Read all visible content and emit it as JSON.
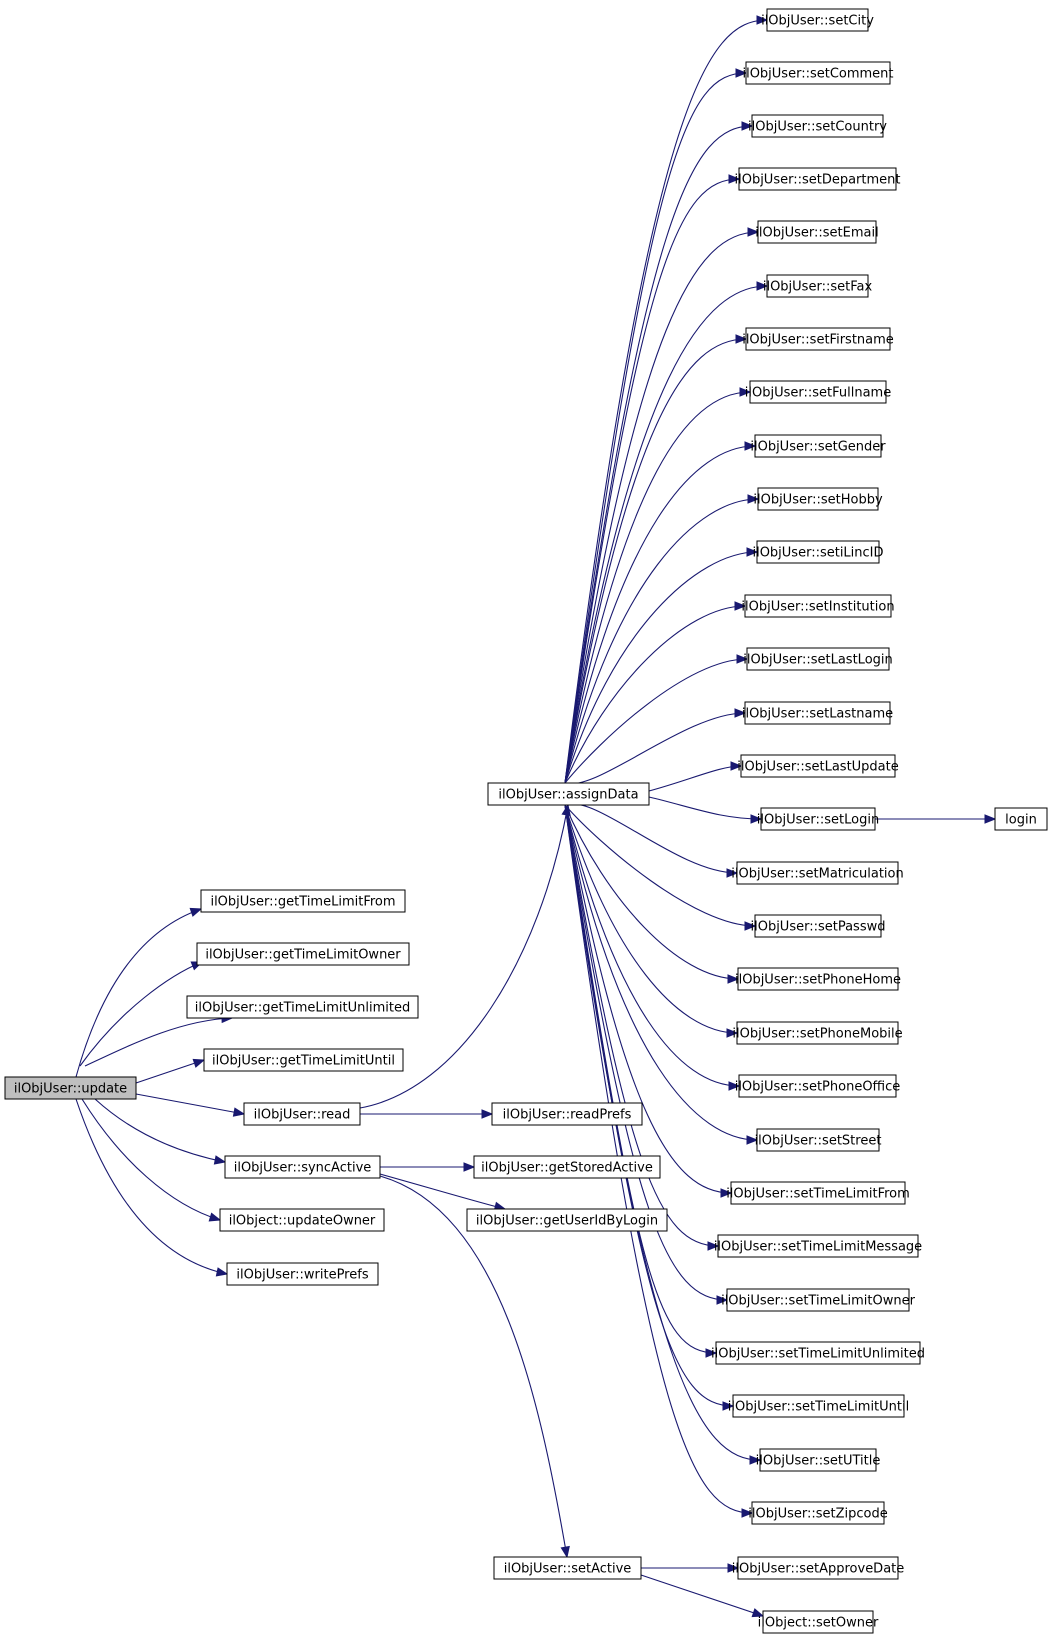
{
  "graph": {
    "root": "update",
    "colors": {
      "root_fill": "#bfbfbf",
      "node_fill": "#ffffff",
      "edge": "#191970",
      "border": "#000000"
    },
    "nodes": [
      {
        "id": "update",
        "label": "ilObjUser::update",
        "root": true
      },
      {
        "id": "getTimeLimitFrom",
        "label": "ilObjUser::getTimeLimitFrom"
      },
      {
        "id": "getTimeLimitOwner",
        "label": "ilObjUser::getTimeLimitOwner"
      },
      {
        "id": "getTimeLimitUnlimited",
        "label": "ilObjUser::getTimeLimitUnlimited"
      },
      {
        "id": "getTimeLimitUntil",
        "label": "ilObjUser::getTimeLimitUntil"
      },
      {
        "id": "read",
        "label": "ilObjUser::read"
      },
      {
        "id": "syncActive",
        "label": "ilObjUser::syncActive"
      },
      {
        "id": "updateOwner",
        "label": "ilObject::updateOwner"
      },
      {
        "id": "writePrefs",
        "label": "ilObjUser::writePrefs"
      },
      {
        "id": "assignData",
        "label": "ilObjUser::assignData"
      },
      {
        "id": "readPrefs",
        "label": "ilObjUser::readPrefs"
      },
      {
        "id": "getStoredActive",
        "label": "ilObjUser::getStoredActive"
      },
      {
        "id": "getUserIdByLogin",
        "label": "ilObjUser::getUserIdByLogin"
      },
      {
        "id": "setActive",
        "label": "ilObjUser::setActive"
      },
      {
        "id": "setCity",
        "label": "ilObjUser::setCity"
      },
      {
        "id": "setComment",
        "label": "ilObjUser::setComment"
      },
      {
        "id": "setCountry",
        "label": "ilObjUser::setCountry"
      },
      {
        "id": "setDepartment",
        "label": "ilObjUser::setDepartment"
      },
      {
        "id": "setEmail",
        "label": "ilObjUser::setEmail"
      },
      {
        "id": "setFax",
        "label": "ilObjUser::setFax"
      },
      {
        "id": "setFirstname",
        "label": "ilObjUser::setFirstname"
      },
      {
        "id": "setFullname",
        "label": "ilObjUser::setFullname"
      },
      {
        "id": "setGender",
        "label": "ilObjUser::setGender"
      },
      {
        "id": "setHobby",
        "label": "ilObjUser::setHobby"
      },
      {
        "id": "setiLincID",
        "label": "ilObjUser::setiLincID"
      },
      {
        "id": "setInstitution",
        "label": "ilObjUser::setInstitution"
      },
      {
        "id": "setLastLogin",
        "label": "ilObjUser::setLastLogin"
      },
      {
        "id": "setLastname",
        "label": "ilObjUser::setLastname"
      },
      {
        "id": "setLastUpdate",
        "label": "ilObjUser::setLastUpdate"
      },
      {
        "id": "setLogin",
        "label": "ilObjUser::setLogin"
      },
      {
        "id": "login",
        "label": "login"
      },
      {
        "id": "setMatriculation",
        "label": "ilObjUser::setMatriculation"
      },
      {
        "id": "setPasswd",
        "label": "ilObjUser::setPasswd"
      },
      {
        "id": "setPhoneHome",
        "label": "ilObjUser::setPhoneHome"
      },
      {
        "id": "setPhoneMobile",
        "label": "ilObjUser::setPhoneMobile"
      },
      {
        "id": "setPhoneOffice",
        "label": "ilObjUser::setPhoneOffice"
      },
      {
        "id": "setStreet",
        "label": "ilObjUser::setStreet"
      },
      {
        "id": "setTimeLimitFrom",
        "label": "ilObjUser::setTimeLimitFrom"
      },
      {
        "id": "setTimeLimitMessage",
        "label": "ilObjUser::setTimeLimitMessage"
      },
      {
        "id": "setTimeLimitOwner",
        "label": "ilObjUser::setTimeLimitOwner"
      },
      {
        "id": "setTimeLimitUnlimited",
        "label": "ilObjUser::setTimeLimitUnlimited"
      },
      {
        "id": "setTimeLimitUntil",
        "label": "ilObjUser::setTimeLimitUntil"
      },
      {
        "id": "setUTitle",
        "label": "ilObjUser::setUTitle"
      },
      {
        "id": "setZipcode",
        "label": "ilObjUser::setZipcode"
      },
      {
        "id": "setApproveDate",
        "label": "ilObjUser::setApproveDate"
      },
      {
        "id": "setOwner",
        "label": "ilObject::setOwner"
      }
    ],
    "edges": [
      [
        "update",
        "getTimeLimitFrom"
      ],
      [
        "update",
        "getTimeLimitOwner"
      ],
      [
        "update",
        "getTimeLimitUnlimited"
      ],
      [
        "update",
        "getTimeLimitUntil"
      ],
      [
        "update",
        "read"
      ],
      [
        "update",
        "syncActive"
      ],
      [
        "update",
        "updateOwner"
      ],
      [
        "update",
        "writePrefs"
      ],
      [
        "read",
        "assignData"
      ],
      [
        "read",
        "readPrefs"
      ],
      [
        "syncActive",
        "getStoredActive"
      ],
      [
        "syncActive",
        "getUserIdByLogin"
      ],
      [
        "syncActive",
        "setActive"
      ],
      [
        "assignData",
        "setCity"
      ],
      [
        "assignData",
        "setComment"
      ],
      [
        "assignData",
        "setCountry"
      ],
      [
        "assignData",
        "setDepartment"
      ],
      [
        "assignData",
        "setEmail"
      ],
      [
        "assignData",
        "setFax"
      ],
      [
        "assignData",
        "setFirstname"
      ],
      [
        "assignData",
        "setFullname"
      ],
      [
        "assignData",
        "setGender"
      ],
      [
        "assignData",
        "setHobby"
      ],
      [
        "assignData",
        "setiLincID"
      ],
      [
        "assignData",
        "setInstitution"
      ],
      [
        "assignData",
        "setLastLogin"
      ],
      [
        "assignData",
        "setLastname"
      ],
      [
        "assignData",
        "setLastUpdate"
      ],
      [
        "assignData",
        "setLogin"
      ],
      [
        "assignData",
        "setMatriculation"
      ],
      [
        "assignData",
        "setPasswd"
      ],
      [
        "assignData",
        "setPhoneHome"
      ],
      [
        "assignData",
        "setPhoneMobile"
      ],
      [
        "assignData",
        "setPhoneOffice"
      ],
      [
        "assignData",
        "setStreet"
      ],
      [
        "assignData",
        "setTimeLimitFrom"
      ],
      [
        "assignData",
        "setTimeLimitMessage"
      ],
      [
        "assignData",
        "setTimeLimitOwner"
      ],
      [
        "assignData",
        "setTimeLimitUnlimited"
      ],
      [
        "assignData",
        "setTimeLimitUntil"
      ],
      [
        "assignData",
        "setUTitle"
      ],
      [
        "assignData",
        "setZipcode"
      ],
      [
        "setLogin",
        "login"
      ],
      [
        "setActive",
        "setApproveDate"
      ],
      [
        "setActive",
        "setOwner"
      ]
    ]
  }
}
